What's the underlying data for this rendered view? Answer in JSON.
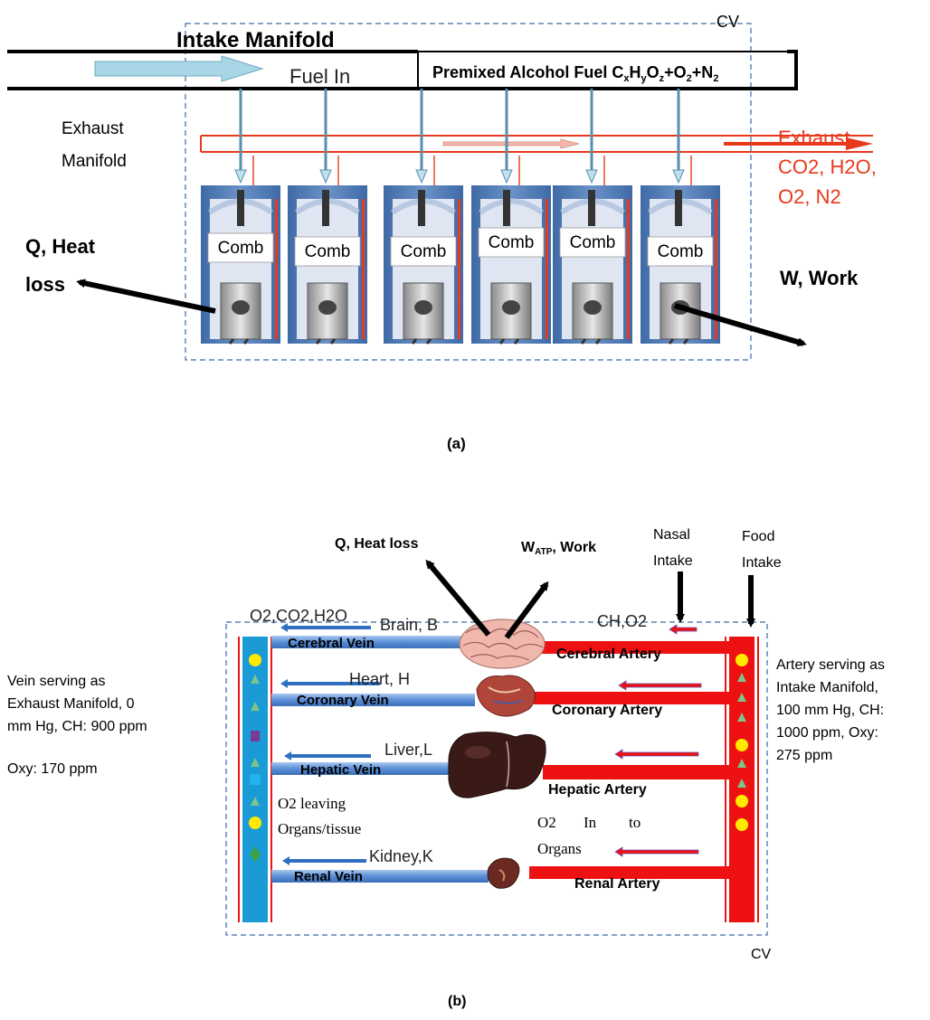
{
  "panel_a": {
    "cv_label": "CV",
    "intake_manifold": "Intake Manifold",
    "fuel_in": "Fuel In",
    "premixed_prefix": "Premixed Alcohol Fuel C",
    "premixed_x": "x",
    "premixed_h": "H",
    "premixed_y": "y",
    "premixed_o": "O",
    "premixed_z": "z",
    "premixed_plus_o": "+O",
    "premixed_2a": "2",
    "premixed_plus_n": "+N",
    "premixed_2b": "2",
    "exhaust_manifold_line1": "Exhaust",
    "exhaust_manifold_line2": "Manifold",
    "exhaust_out_line1": "Exhaust,",
    "exhaust_out_line2": "CO2, H2O,",
    "exhaust_out_line3": "O2, N2",
    "heat_loss_line1": "Q, Heat",
    "heat_loss_line2": "loss",
    "work": "W, Work",
    "cylinder_labels": [
      "Comb",
      "Comb",
      "Comb",
      "Comb",
      "Comb",
      "Comb"
    ],
    "caption": "(a)"
  },
  "panel_b": {
    "heat_loss": "Q, Heat loss",
    "work_prefix": "W",
    "work_sub": "ATP",
    "work_suffix": ", Work",
    "nasal_line1": "Nasal",
    "nasal_line2": "Intake",
    "food_line1": "Food",
    "food_line2": "Intake",
    "outflow": "O2,CO2,H2O",
    "inflow": "CH,O2",
    "brain": "Brain, B",
    "heart": "Heart, H",
    "liver": "Liver,L",
    "kidney": "Kidney,K",
    "cerebral_vein": "Cerebral Vein",
    "coronary_vein": "Coronary Vein",
    "hepatic_vein": "Hepatic Vein",
    "renal_vein": "Renal Vein",
    "cerebral_artery": "Cerebral Artery",
    "coronary_artery": "Coronary Artery",
    "hepatic_artery": "Hepatic Artery",
    "renal_artery": "Renal Artery",
    "o2_leaving_line1": "O2 leaving",
    "o2_leaving_line2": "Organs/tissue",
    "o2_in_line1_a": "O2",
    "o2_in_line1_b": "In",
    "o2_in_line1_c": "to",
    "o2_in_line2": "Organs",
    "vein_desc_lines": [
      "Vein serving as",
      "Exhaust  Manifold, 0",
      "mm Hg, CH: 900 ppm"
    ],
    "vein_oxy": "Oxy: 170  ppm",
    "artery_desc_lines": [
      "Artery serving as",
      "Intake Manifold,",
      "100 mm Hg, CH:",
      "1000 ppm, Oxy:",
      "275 ppm"
    ],
    "cv_label": "CV",
    "caption": "(b)"
  },
  "colors": {
    "artery_red": "#ee1111",
    "vein_blue": "#1a9bd6",
    "pipe_blue": "#5b8fd6",
    "arrow_blue": "#2e6fc0",
    "exhaust_red": "#e8391c",
    "cylinder_blue": "#4f7ab3",
    "cv_dash": "#3a6aa8"
  }
}
